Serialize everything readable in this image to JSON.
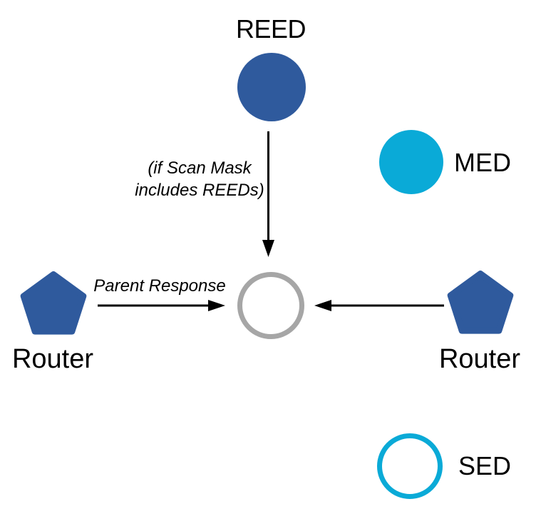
{
  "colors": {
    "blue": "#2F5A9D",
    "cyan": "#0AAAD7",
    "gray": "#A6A6A6",
    "black": "#000000",
    "background": "#FFFFFF"
  },
  "nodes": {
    "reed": {
      "label": "REED",
      "shape": "filled-circle",
      "color": "#2F5A9D"
    },
    "med": {
      "label": "MED",
      "shape": "filled-circle",
      "color": "#0AAAD7"
    },
    "parent": {
      "shape": "outline-circle",
      "color": "#A6A6A6"
    },
    "sed": {
      "label": "SED",
      "shape": "outline-circle",
      "color": "#0AAAD7"
    },
    "router_left": {
      "label": "Router",
      "shape": "pentagon",
      "color": "#2F5A9D"
    },
    "router_right": {
      "label": "Router",
      "shape": "pentagon",
      "color": "#2F5A9D"
    }
  },
  "edges": {
    "reed_to_parent": {
      "annotation_line1": "(if Scan Mask",
      "annotation_line2": "includes REEDs)"
    },
    "router_left_to_parent": {
      "label": "Parent Response"
    },
    "router_right_to_parent": {}
  }
}
